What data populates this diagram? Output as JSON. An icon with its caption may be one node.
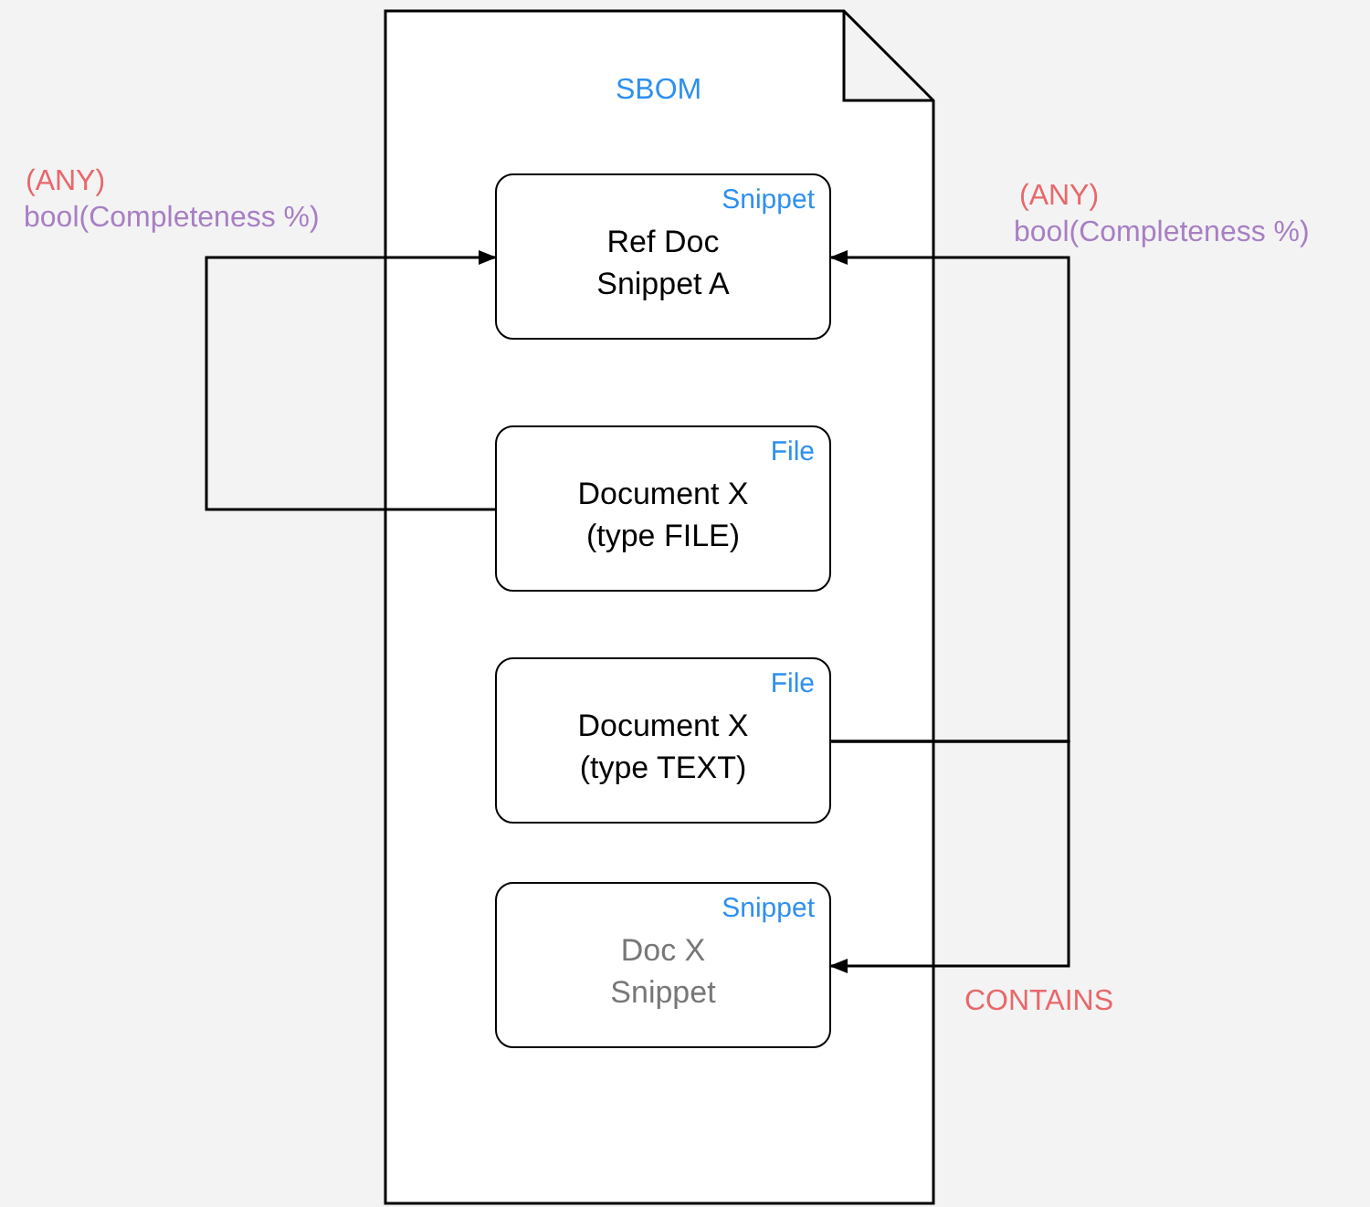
{
  "diagram": {
    "nodes": [
      {
        "text": [
          "SBOM"
        ]
      },
      {
        "text": [
          "Snippet",
          "Ref Doc Snippet A"
        ],
        "in": 0
      },
      {
        "text": [
          "File",
          "Document X (type FILE)"
        ],
        "in": 0
      },
      {
        "text": [
          "File",
          "Document X (type TEXT)"
        ],
        "in": 0
      },
      {
        "text": [
          "Snippet",
          "Doc X Snippet"
        ],
        "in": 0
      }
    ],
    "edges": [
      {
        "from": 2,
        "to": 1,
        "arrow": "to"
      },
      {
        "from": 3,
        "to": 1,
        "arrow": "to"
      },
      {
        "from": 3,
        "to": 4,
        "arrow": "to",
        "label": "CONTAINS"
      }
    ],
    "labels": [
      "(ANY)",
      "bool(Completeness %)",
      "(ANY)",
      "bool(Completeness %)"
    ]
  }
}
